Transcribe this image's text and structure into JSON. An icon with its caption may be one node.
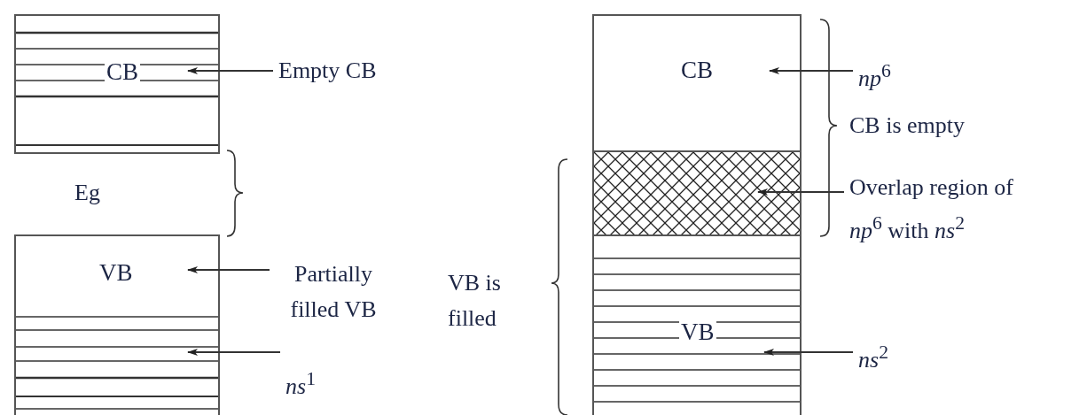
{
  "diagram": {
    "nodes": [
      {
        "text": [
          "CB"
        ]
      },
      {
        "text": [
          "Empty CB"
        ]
      },
      {
        "text": [
          "VB"
        ]
      },
      {
        "text": [
          "Partially filled VB"
        ]
      },
      {
        "text": [
          "*ns*$^{1}$"
        ]
      },
      {
        "text": [
          "CB"
        ]
      },
      {
        "text": [],
        "shape": "box"
      },
      {
        "text": [
          "VB"
        ]
      },
      {
        "text": [
          "*np*$^{6}$"
        ]
      },
      {
        "text": [
          "Overlap region of *np*$^{6}$ with *ns*$^{2}$"
        ]
      },
      {
        "text": [
          "*ns*$^{2}$"
        ]
      }
    ],
    "edges": [
      {
        "from": 1,
        "to": 0,
        "arrow": "to"
      },
      {
        "from": 3,
        "to": 2,
        "arrow": "to"
      },
      {
        "from": 4,
        "to": 2,
        "arrow": "to"
      },
      {
        "from": 8,
        "to": 5,
        "arrow": "to"
      },
      {
        "from": 9,
        "to": 6,
        "arrow": "to"
      },
      {
        "from": 10,
        "to": 7,
        "arrow": "to"
      }
    ],
    "labels": [
      "Eg",
      "CB is empty",
      "VB is filled"
    ]
  }
}
